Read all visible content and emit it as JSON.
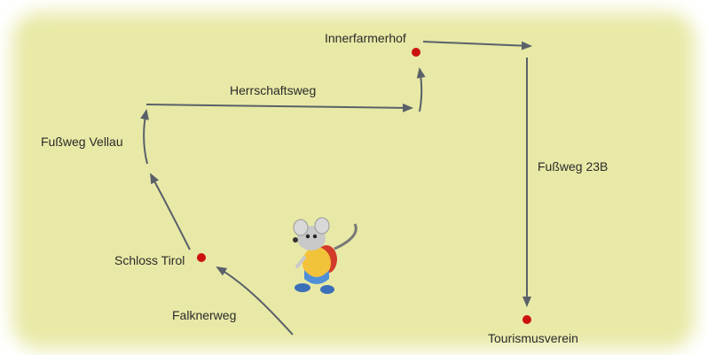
{
  "colors": {
    "background": "#e8e9a6",
    "route": "#5a6069",
    "marker": "#cc1111"
  },
  "places": {
    "innerfarmerhof": "Innerfarmerhof",
    "schloss_tirol": "Schloss Tirol",
    "tourismusverein": "Tourismusverein"
  },
  "paths": {
    "herrschaftsweg": "Herrschaftsweg",
    "fussweg_vellau": "Fußweg Vellau",
    "fussweg_23b": "Fußweg 23B",
    "falknerweg": "Falknerweg"
  },
  "mascot_icon": "mouse-hiker-icon"
}
